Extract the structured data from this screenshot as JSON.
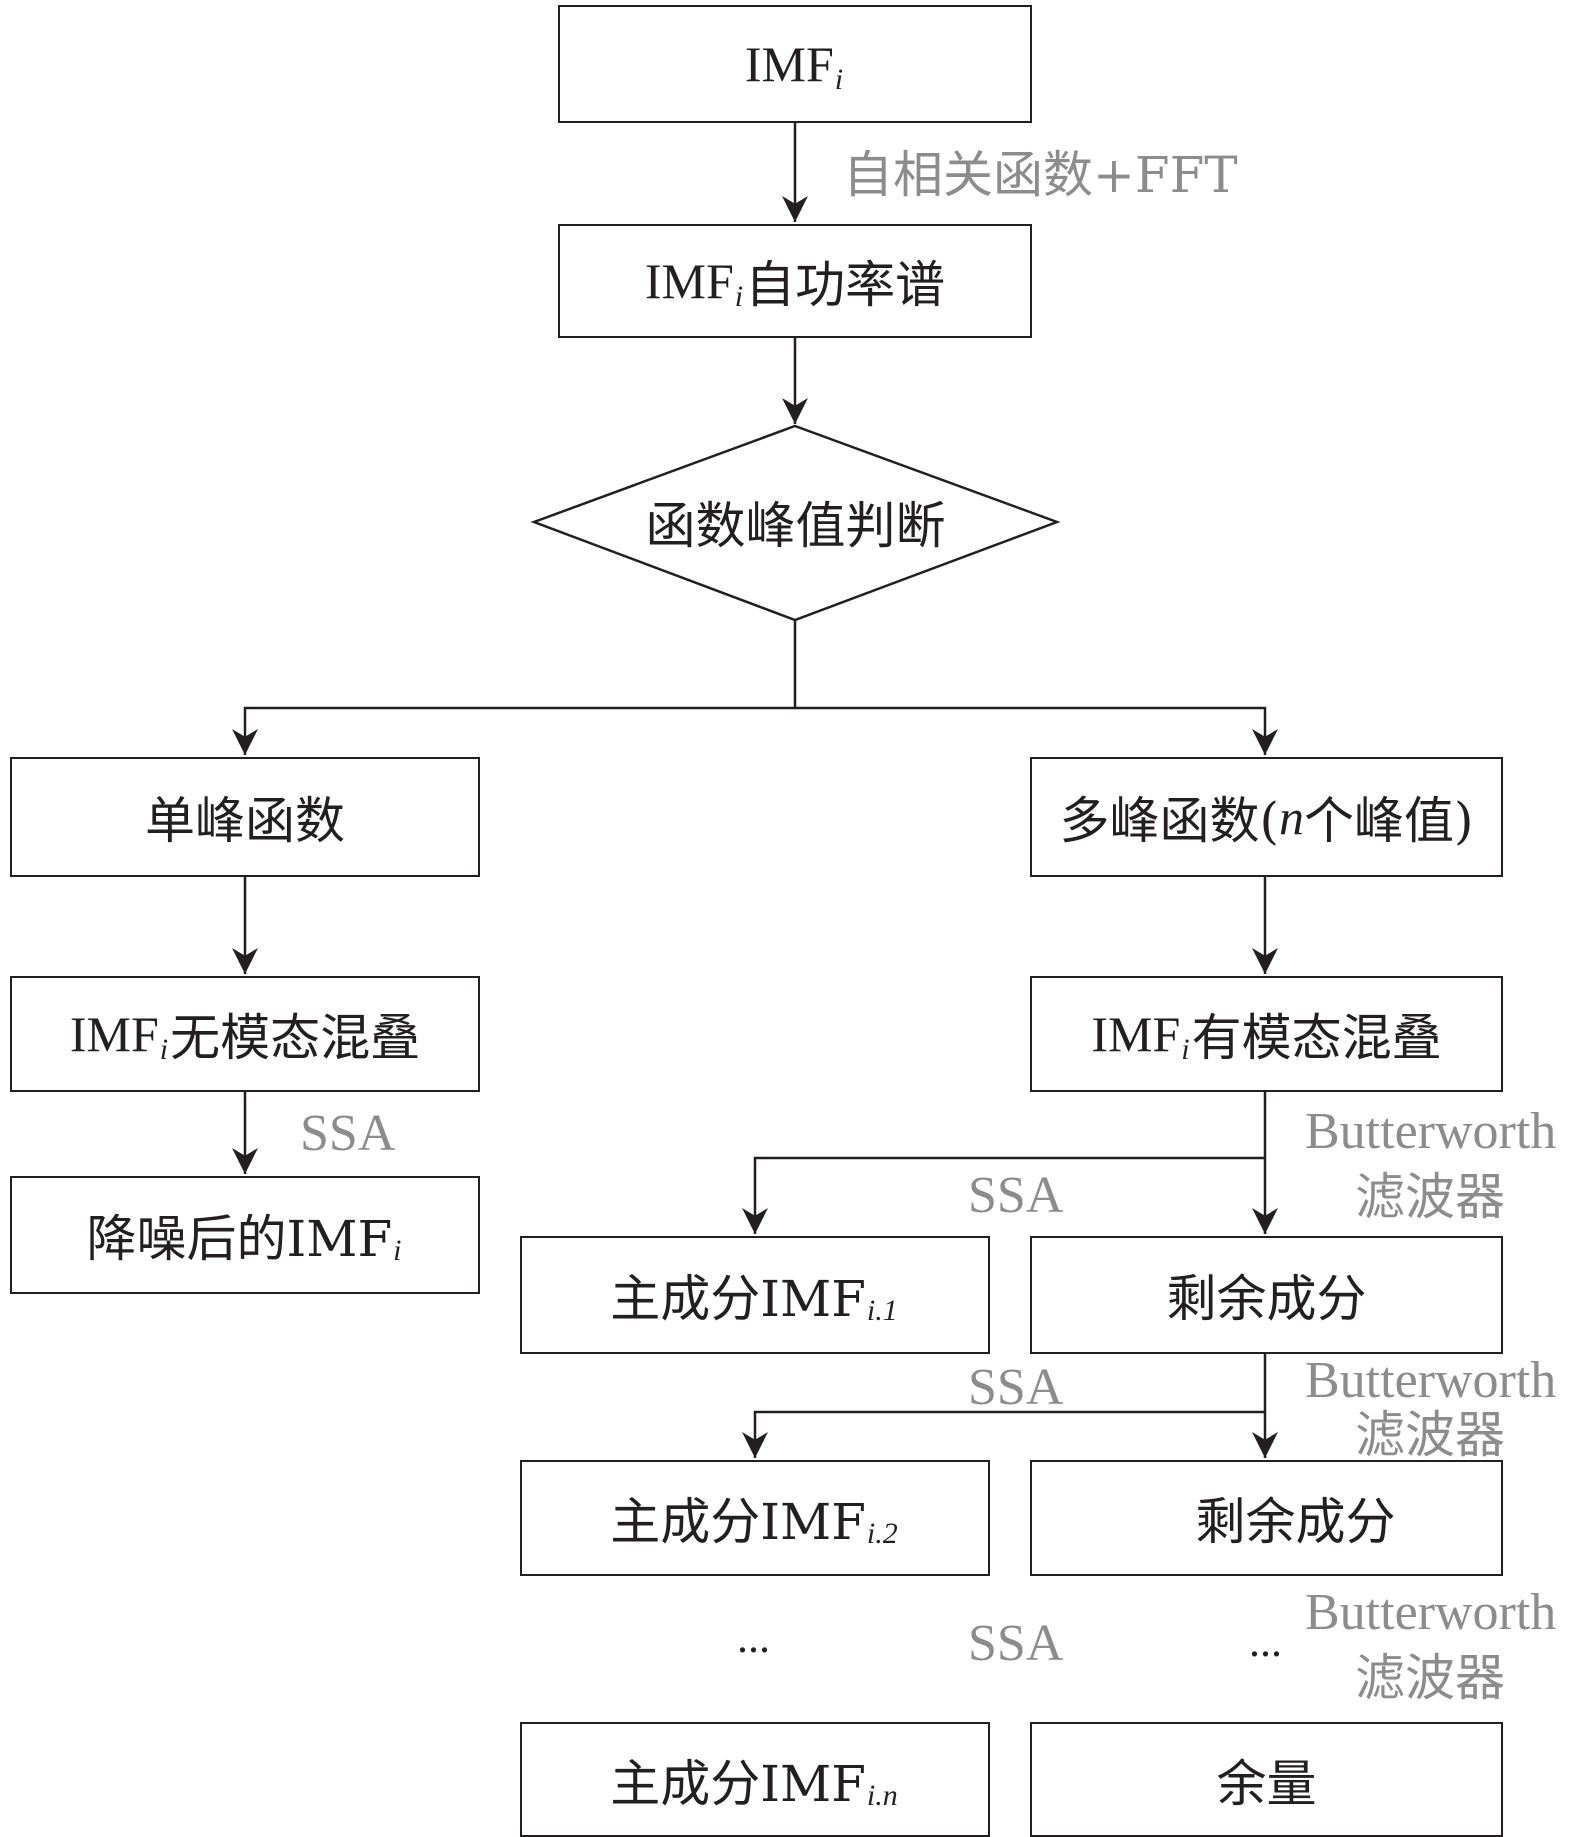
{
  "nodes": {
    "imf_input": {
      "main": "IMF",
      "sub": "i"
    },
    "auto_power": {
      "pre": "IMF",
      "sub": "i",
      "post": "自功率谱"
    },
    "peak_judge": "函数峰值判断",
    "single_peak": "单峰函数",
    "multi_peak": {
      "pre": "多峰函数(",
      "var": "n",
      "post": "个峰值)"
    },
    "no_mixing": {
      "pre": "IMF",
      "sub": "i",
      "post": "无模态混叠"
    },
    "denoised": {
      "pre": "降噪后的IMF",
      "sub": "i"
    },
    "has_mixing": {
      "pre": "IMF",
      "sub": "i",
      "post": "有模态混叠"
    },
    "principal_1": {
      "pre": "主成分IMF",
      "sub": "i.1"
    },
    "residual_1": "剩余成分",
    "principal_2": {
      "pre": "主成分IMF",
      "sub": "i.2"
    },
    "residual_2": "剩余成分",
    "principal_n": {
      "pre": "主成分IMF",
      "sub": "i.n"
    },
    "remainder": "余量"
  },
  "labels": {
    "acf_fft": "自相关函数+FFT",
    "ssa_left": "SSA",
    "ssa_1": "SSA",
    "ssa_2": "SSA",
    "ssa_3": "SSA",
    "butterworth_1": "Butterworth",
    "filter_1": "滤波器",
    "butterworth_2": "Butterworth",
    "filter_2": "滤波器",
    "butterworth_3": "Butterworth",
    "filter_3": "滤波器"
  },
  "ellipsis": {
    "left": "...",
    "right": "..."
  }
}
